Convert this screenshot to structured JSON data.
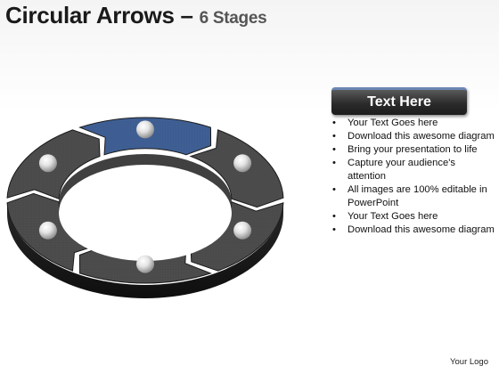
{
  "title": {
    "main": "Circular Arrows",
    "dash": " – ",
    "sub": "6 Stages"
  },
  "diagram": {
    "segment_count": 6,
    "highlighted_segment": 1,
    "colors": {
      "segment": "#4a4a4a",
      "highlight": "#3d5d92",
      "bead": "#e6e6e6"
    }
  },
  "textbox": {
    "header": "Text Here",
    "bullets": [
      "Your Text Goes here",
      "Download this awesome diagram",
      "Bring your presentation to life",
      "Capture your audience's attention",
      "All images are 100% editable in PowerPoint",
      "Your Text Goes here",
      "Download this awesome diagram"
    ]
  },
  "footer": {
    "logo_text": "Your Logo"
  }
}
